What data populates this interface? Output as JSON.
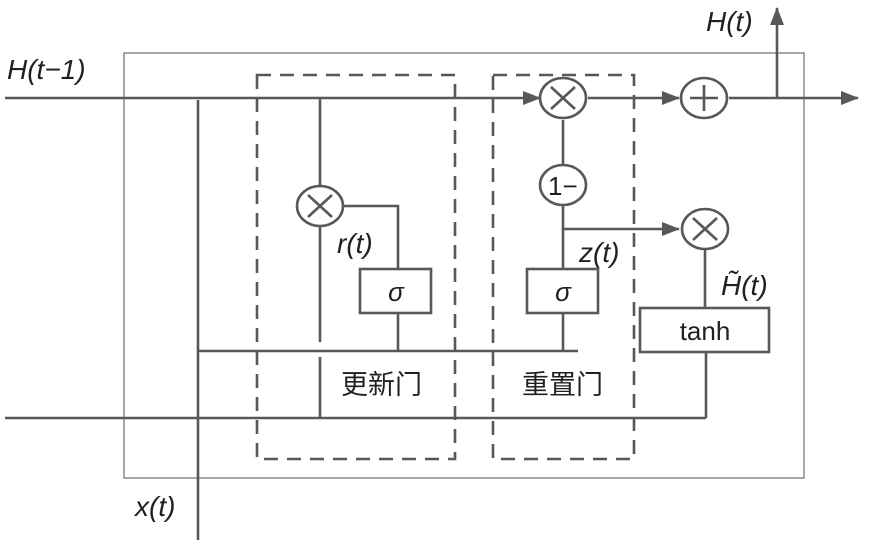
{
  "diagram": {
    "type": "GRU cell",
    "labels": {
      "prev_hidden": "H(t−1)",
      "output_hidden": "H(t)",
      "input": "x(t)",
      "reset_signal": "r(t)",
      "update_signal": "z(t)",
      "candidate": "H̃(t)"
    },
    "blocks": {
      "sigma_left": "σ",
      "sigma_right": "σ",
      "tanh": "tanh",
      "one_minus": "1−"
    },
    "gates": {
      "update_gate": "更新门",
      "reset_gate": "重置门"
    },
    "operators": {
      "multiply": "×",
      "add": "+"
    },
    "colors": {
      "line": "#595757",
      "text": "#231f20",
      "frame": "#7a7878",
      "background": "#ffffff"
    }
  }
}
